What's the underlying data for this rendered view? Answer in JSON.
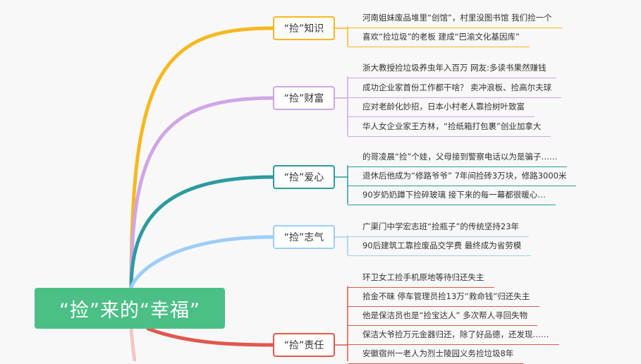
{
  "root": {
    "title": "“捡”来的“幸福”",
    "color": "#4cbf87"
  },
  "branches": [
    {
      "label": "“捡”知识",
      "color": "#f5b820",
      "leaves": [
        "河南姐妹废品堆里“创馆”，村里没图书馆 我们捡一个",
        "喜欢“捡垃圾”的老板 建成“巴渝文化基因库”"
      ]
    },
    {
      "label": "“捡”财富",
      "color": "#cfa6e6",
      "leaves": [
        "浙大教授捡垃圾养虫年入百万 网友:多读书果然赚钱",
        "成功企业家首份工作都干啥？ 卖冲浪板、捡高尔夫球",
        "应对老龄化妙招，日本小村老人靠捡树叶致富",
        "华人女企业家王方林，“捡纸箱打包裹”创业加拿大"
      ]
    },
    {
      "label": "“捡”爱心",
      "color": "#2e9a9e",
      "leaves": [
        "的哥凌晨“捡”个娃，父母接到警察电话以为是骗子……",
        "退休后他成为“修路爷爷” 7年间捡砖3万块，修路3000米",
        "90岁奶奶蹲下捡碎玻璃 接下来的每一幕都很暖心…"
      ]
    },
    {
      "label": "“捡”志气",
      "color": "#9ecdf8",
      "leaves": [
        "广渠门中学宏志班“捡瓶子”的传统坚持23年",
        "90后建筑工靠捡废品交学费 最终成为省劳模"
      ]
    },
    {
      "label": "“捡”责任",
      "color": "#e0584e",
      "leaves": [
        "环卫女工捡手机原地等待归还失主",
        "拾金不昧 停车管理员捡13万“救命钱”归还失主",
        "他是保洁员也是“捡宝达人” 多次帮人寻回失物",
        "保洁大爷捡万元金器归还，除了好品德，还发现……",
        "安徽宿州一老人为烈士陵园义务捡垃圾8年"
      ]
    }
  ],
  "hidden_branch_color": "#f8c4c4"
}
